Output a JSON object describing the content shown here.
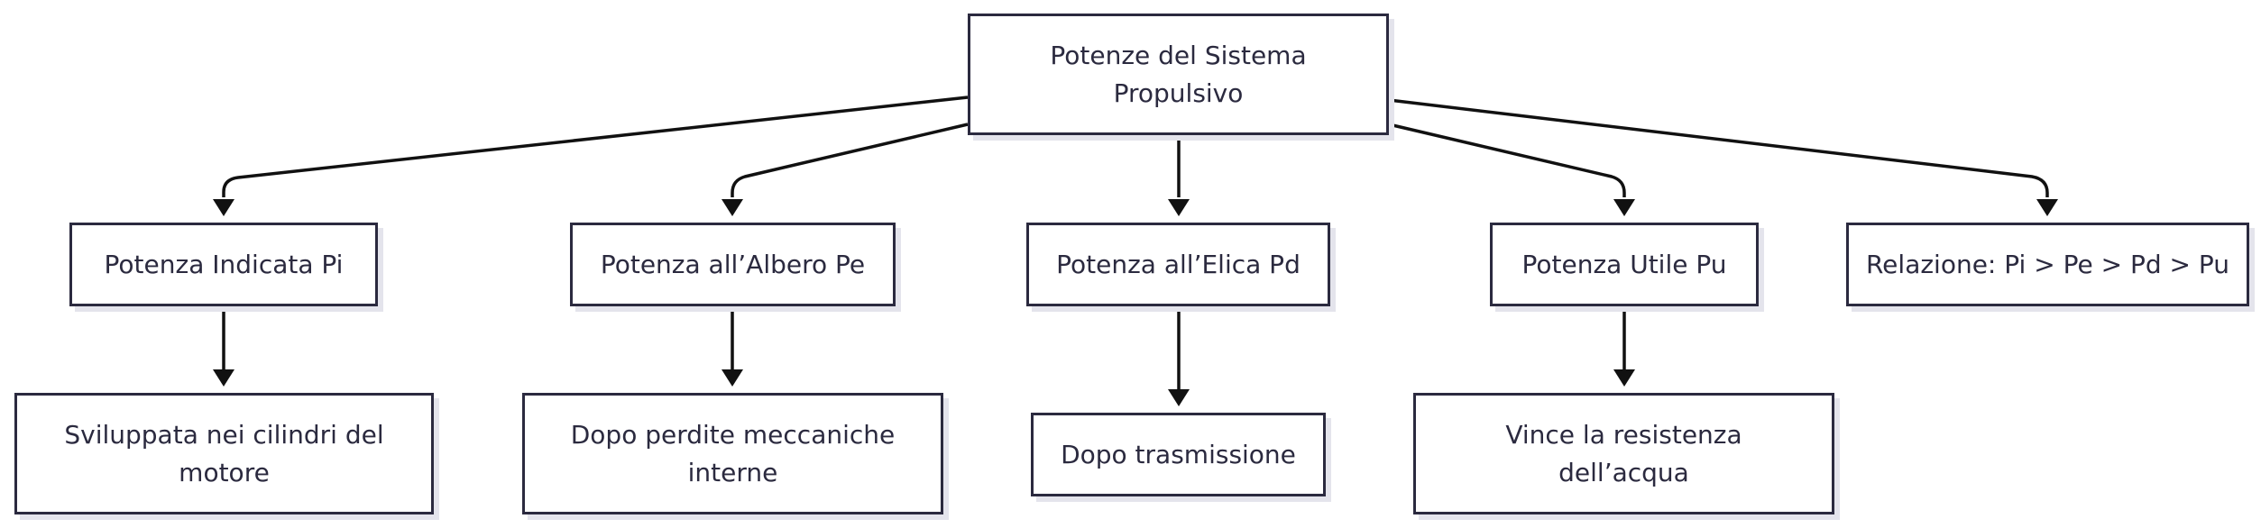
{
  "diagram": {
    "root": {
      "label": "Potenze del Sistema Propulsivo"
    },
    "powers": [
      {
        "label": "Potenza Indicata Pi",
        "detail": "Sviluppata nei cilindri del motore"
      },
      {
        "label": "Potenza all’Albero Pe",
        "detail": "Dopo perdite meccaniche interne"
      },
      {
        "label": "Potenza all’Elica Pd",
        "detail": "Dopo trasmissione"
      },
      {
        "label": "Potenza Utile Pu",
        "detail": "Vince la resistenza dell’acqua"
      },
      {
        "label": "Relazione: Pi > Pe > Pd > Pu"
      }
    ]
  },
  "colors": {
    "stroke": "#2b2a3f",
    "arrow": "#111111",
    "shadow": "#e4e4ec",
    "background": "#ffffff"
  }
}
